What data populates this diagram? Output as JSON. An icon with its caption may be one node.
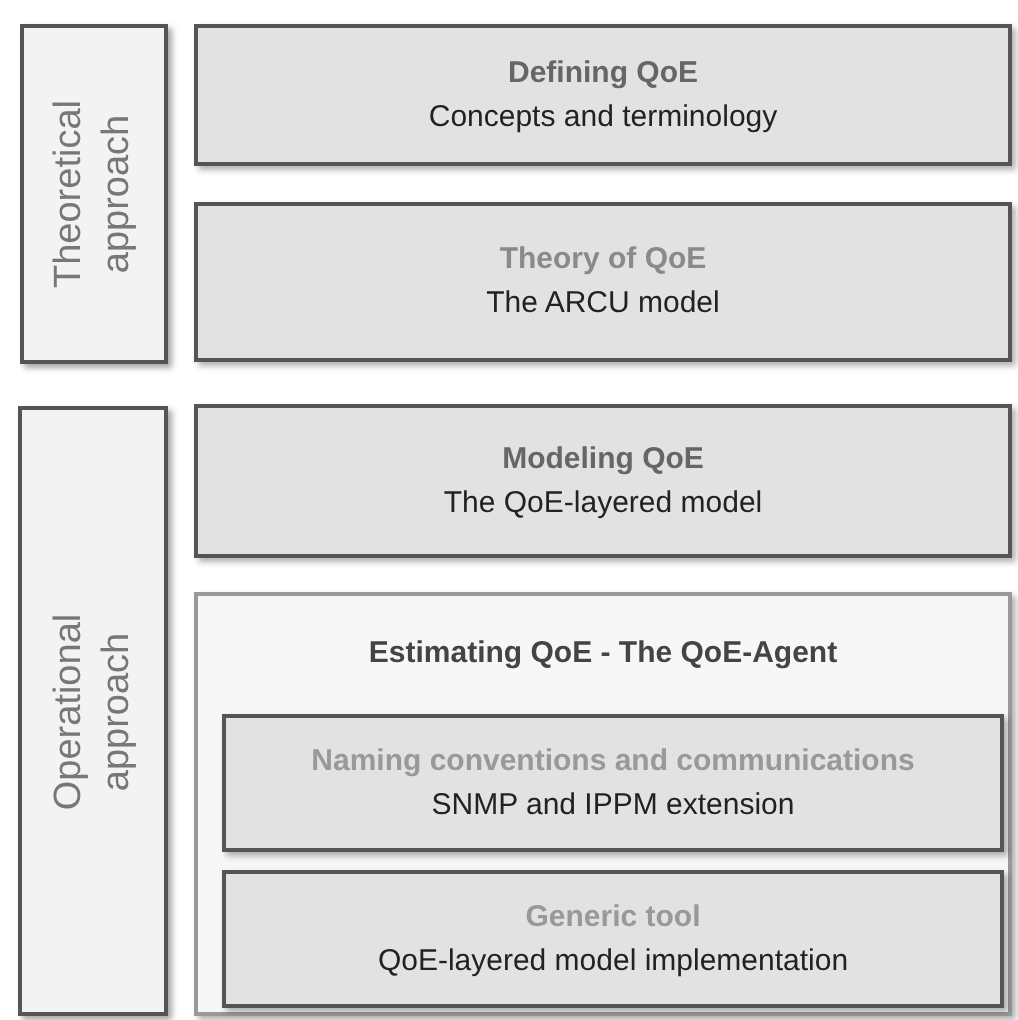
{
  "diagram": {
    "nodes": [
      {
        "text": [
          "Theoretical approach"
        ]
      },
      {
        "text": [
          "Defining QoE",
          "Concepts and terminology"
        ]
      },
      {
        "text": [
          "Theory of QoE",
          "The ARCU model"
        ]
      },
      {
        "text": [
          "Operational approach"
        ]
      },
      {
        "text": [
          "Modeling QoE",
          "The QoE-layered model"
        ]
      },
      {
        "text": [
          "Estimating QoE - The QoE-Agent"
        ]
      },
      {
        "text": [
          "Naming conventions and communications",
          "SNMP and IPPM extension"
        ],
        "in": 5
      },
      {
        "text": [
          "Generic tool",
          "QoE-layered model implementation"
        ],
        "in": 5
      }
    ]
  }
}
